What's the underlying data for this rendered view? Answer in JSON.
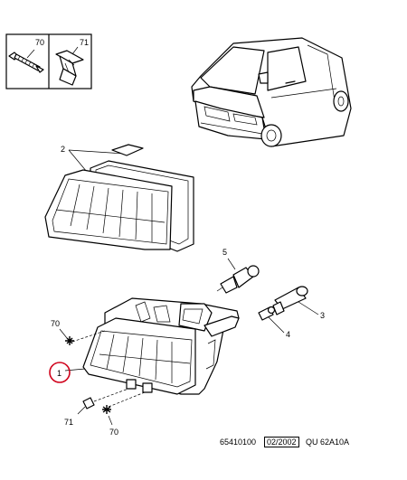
{
  "callouts": {
    "c70_inset": "70",
    "c71_inset": "71",
    "c2": "2",
    "c5": "5",
    "c3": "3",
    "c4": "4",
    "c70_left": "70",
    "c1": "1",
    "c71_bottom": "71",
    "c70_bottom": "70"
  },
  "footer": {
    "ref": "65410100",
    "date": "02/2002",
    "code": "QU 62A10A"
  },
  "highlight_color": "#d0021b"
}
